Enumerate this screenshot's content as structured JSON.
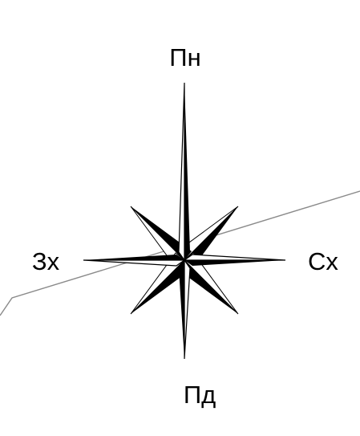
{
  "compass": {
    "labels": {
      "north": "Пн",
      "south": "Пд",
      "west": "Зх",
      "east": "Сх"
    },
    "colors": {
      "star": "#000000",
      "background": "#ffffff",
      "line": "#8a8a8a"
    }
  }
}
